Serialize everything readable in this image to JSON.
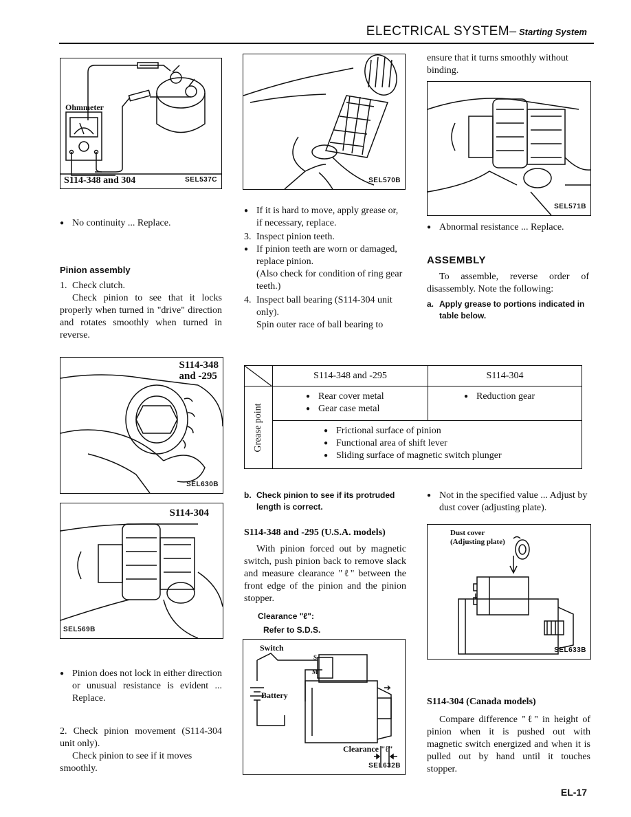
{
  "header": {
    "section": "ELECTRICAL SYSTEM",
    "dash": "–",
    "subsection": "Starting System"
  },
  "figures": {
    "sel537c": {
      "code": "SEL537C",
      "caption": "S114-348 and 304",
      "label_ohmmeter": "Ohmmeter"
    },
    "sel570b": {
      "code": "SEL570B"
    },
    "sel571b": {
      "code": "SEL571B"
    },
    "sel630b": {
      "code": "SEL630B",
      "label_line1": "S114-348",
      "label_line2": "and -295"
    },
    "sel569b": {
      "code": "SEL569B",
      "label": "S114-304"
    },
    "sel632b": {
      "code": "SEL632B",
      "label_switch": "Switch",
      "label_battery": "Battery",
      "label_s": "S",
      "label_m": "M",
      "label_clearance": "Clearance \"ℓ\""
    },
    "sel633b": {
      "code": "SEL633B",
      "label_dust1": "Dust cover",
      "label_dust2": "(Adjusting plate)"
    }
  },
  "col1": {
    "no_continuity": "No continuity ... Replace.",
    "pinion_heading": "Pinion assembly",
    "step1_num": "1.",
    "step1": "Check clutch.",
    "step1_text": "Check pinion to see that it locks properly when turned in \"drive\" direction and rotates smoothly when turned in reverse.",
    "pinion_lock": "Pinion does not lock in either direction or unusual resistance is evident ... Replace.",
    "step2": "2.  Check pinion movement (S114-304 unit only).",
    "step2_text": "Check pinion to see if it moves smoothly."
  },
  "col2": {
    "hard_move": "If it is hard to move, apply grease or, if necessary, replace.",
    "step3_num": "3.",
    "step3": "Inspect pinion teeth.",
    "worn": "If pinion teeth are worn or damaged, replace pinion.",
    "also": "(Also check for condition of ring gear teeth.)",
    "step4_num": "4.",
    "step4": "Inspect ball bearing (S114-304 unit only).",
    "spin": "Spin outer race of ball bearing to"
  },
  "col3": {
    "ensure": "ensure that it turns smoothly without binding.",
    "abnormal": "Abnormal resistance ... Replace.",
    "assembly_heading": "ASSEMBLY",
    "assembly_text": "To assemble, reverse order of disassembly. Note the following:",
    "note_a_label": "a.",
    "note_a": "Apply grease to portions indicated in table below."
  },
  "grease_table": {
    "col_a": "S114-348 and -295",
    "col_b": "S114-304",
    "row_label": "Grease point",
    "a_items": [
      "Rear cover metal",
      "Gear case metal"
    ],
    "b_items": [
      "Reduction gear"
    ],
    "common_items": [
      "Frictional surface of pinion",
      "Functional area of shift lever",
      "Sliding surface of magnetic switch plunger"
    ]
  },
  "lower_mid": {
    "note_b_label": "b.",
    "note_b": "Check pinion to see if its protruded length is correct.",
    "models_heading": "S114-348 and -295 (U.S.A. models)",
    "models_text": "With pinion forced out by magnetic switch, push pinion back to remove slack and measure clearance \"ℓ\" between the front edge of the pinion and the pinion stopper.",
    "clearance_label": "Clearance \"ℓ\":",
    "clearance_value": "Refer to S.D.S."
  },
  "lower_right": {
    "not_spec": "Not in the specified value ... Adjust by dust cover (adjusting plate).",
    "canada_heading": "S114-304 (Canada models)",
    "canada_text": "Compare difference \"ℓ\" in height of pinion when it is pushed out with magnetic switch energized and when it is pulled out by hand until it touches stopper."
  },
  "footer": {
    "page": "EL-17"
  }
}
